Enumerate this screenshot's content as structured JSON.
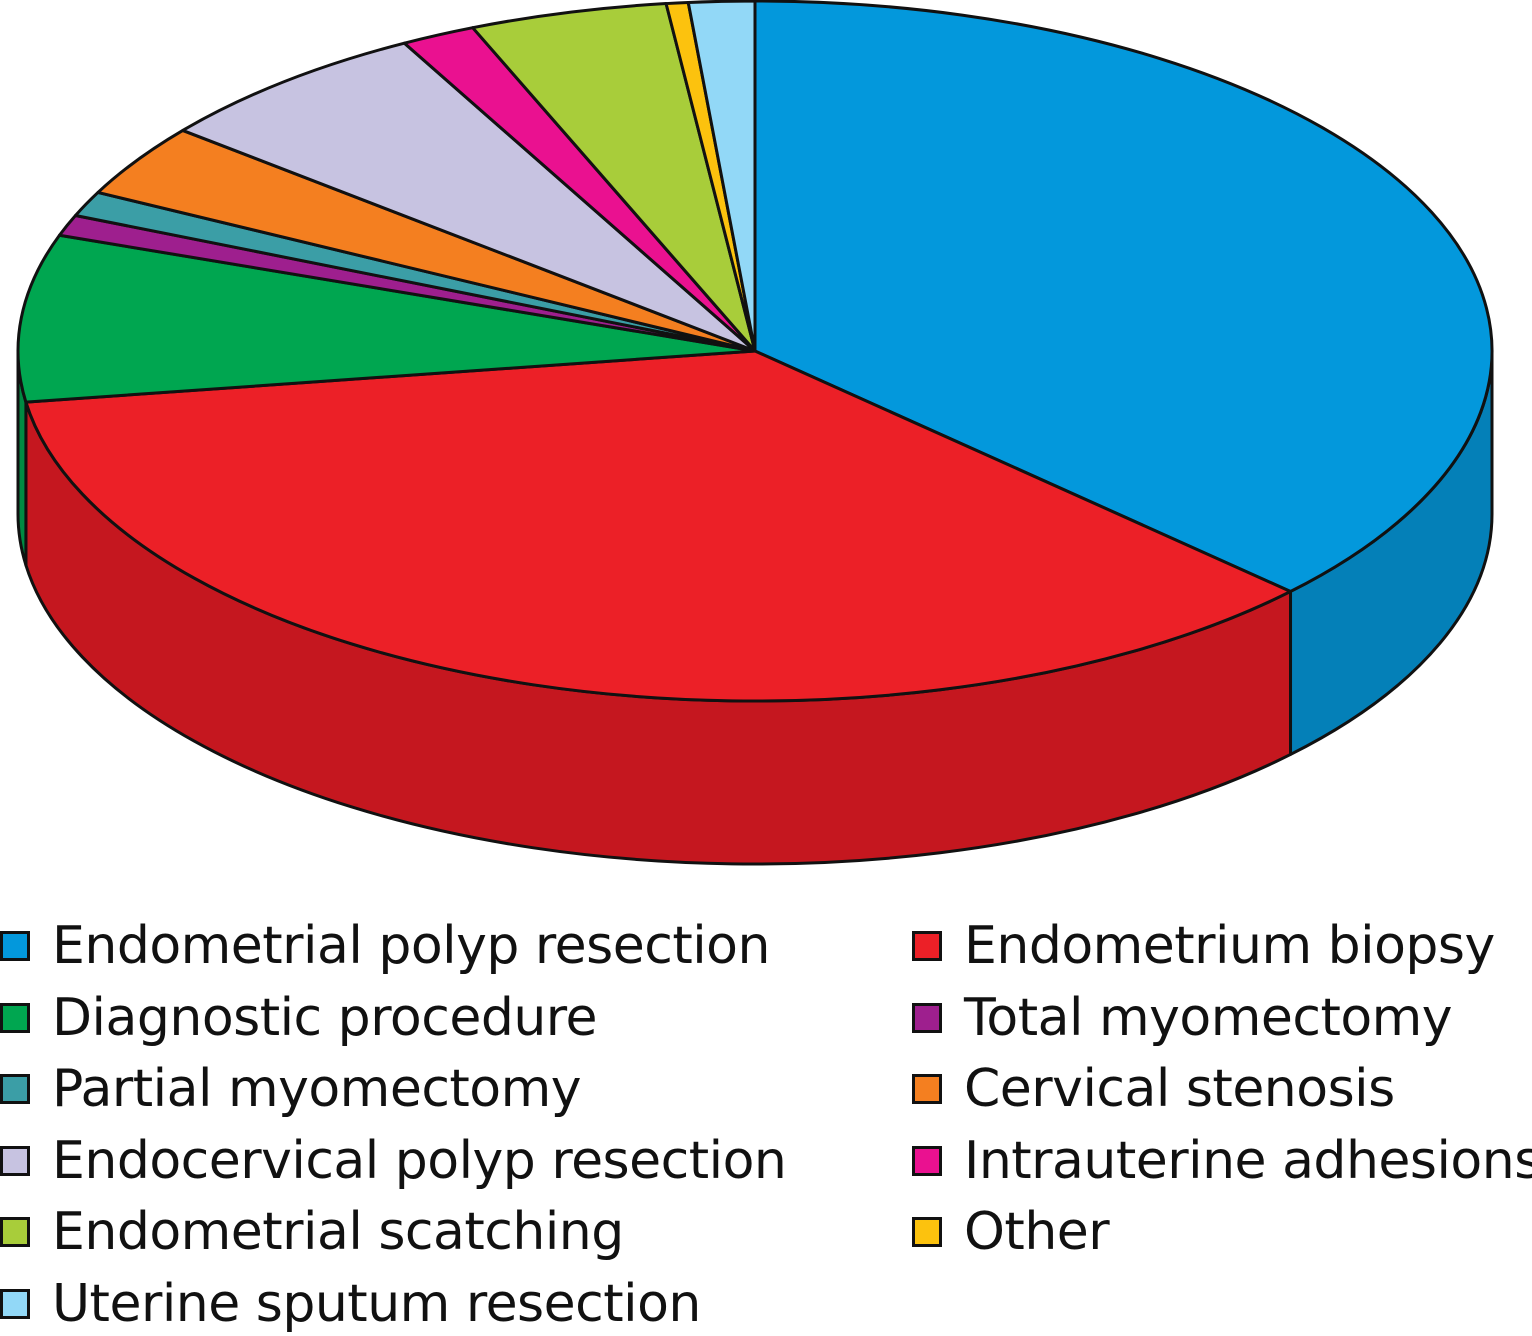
{
  "chart_data": {
    "type": "pie",
    "style": "3d",
    "legend_position": "bottom",
    "slices": [
      {
        "label": "Endometrial polyp resection",
        "value": 38.5,
        "color": "#0398dc",
        "side_color": "#0480b8"
      },
      {
        "label": "Endometrium biopsy",
        "value": 37.0,
        "color": "#ec2027",
        "side_color": "#c5171f"
      },
      {
        "label": "Diagnostic procedure",
        "value": 8.0,
        "color": "#00a650",
        "side_color": "#008a42"
      },
      {
        "label": "Total myomectomy",
        "value": 1.0,
        "color": "#9e1f8e",
        "side_color": "#841a77"
      },
      {
        "label": "Partial myomectomy",
        "value": 1.2,
        "color": "#3b9ea6",
        "side_color": "#2f858c"
      },
      {
        "label": "Cervical stenosis",
        "value": 3.5,
        "color": "#f47f20",
        "side_color": "#d56b13"
      },
      {
        "label": "Endocervical polyp resection",
        "value": 6.5,
        "color": "#c7c3e1",
        "side_color": "#aaa6c7"
      },
      {
        "label": "Intrauterine adhesions",
        "value": 1.7,
        "color": "#ea1190",
        "side_color": "#c70d7a"
      },
      {
        "label": "Endometrial scatching",
        "value": 4.5,
        "color": "#a8cd3a",
        "side_color": "#8fb02f"
      },
      {
        "label": "Other",
        "value": 0.5,
        "color": "#fcc20e",
        "side_color": "#d9a50a"
      },
      {
        "label": "Uterine sputum resection",
        "value": 1.5,
        "color": "#92d8f7",
        "side_color": "#76bfe0"
      }
    ],
    "legend": [
      {
        "label": "Endometrial polyp resection",
        "color": "#0398dc"
      },
      {
        "label": "Endometrium biopsy",
        "color": "#ec2027"
      },
      {
        "label": "Diagnostic procedure",
        "color": "#00a650"
      },
      {
        "label": "Total myomectomy",
        "color": "#9e1f8e"
      },
      {
        "label": "Partial myomectomy",
        "color": "#3b9ea6"
      },
      {
        "label": "Cervical stenosis",
        "color": "#f47f20"
      },
      {
        "label": "Endocervical polyp resection",
        "color": "#c7c3e1"
      },
      {
        "label": "Intrauterine adhesions",
        "color": "#ea1190"
      },
      {
        "label": "Endometrial scatching",
        "color": "#a8cd3a"
      },
      {
        "label": "Other",
        "color": "#fcc20e"
      },
      {
        "label": "Uterine sputum resection",
        "color": "#92d8f7"
      }
    ]
  }
}
